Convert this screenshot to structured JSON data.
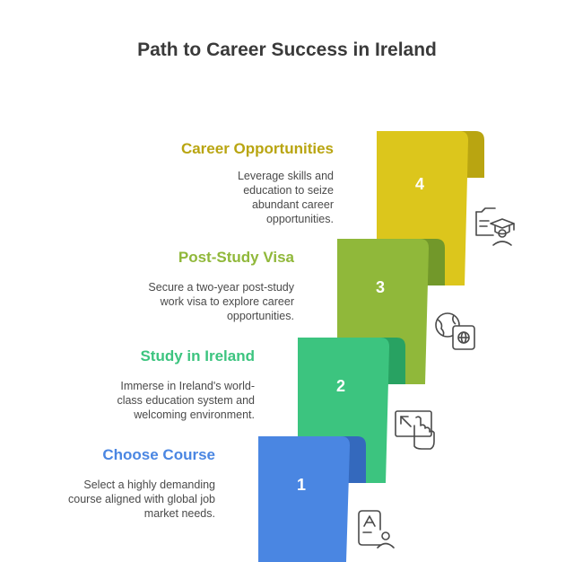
{
  "title": "Path to Career Success in Ireland",
  "colors": {
    "step1": "#4a86e2",
    "step1_dark": "#3469bd",
    "step2": "#3cc47f",
    "step2_dark": "#28a262",
    "step3": "#90b83a",
    "step3_dark": "#72982a",
    "step4": "#dcc61c",
    "step4_dark": "#b9a511",
    "text": "#3a3a3a",
    "icon": "#4a4a4a"
  },
  "steps": [
    {
      "number": "1",
      "heading": "Choose Course",
      "description": "Select a highly demanding course aligned with global job market needs.",
      "icon": "document-person-icon"
    },
    {
      "number": "2",
      "heading": "Study in Ireland",
      "description": "Immerse in Ireland's world-class education system and welcoming environment.",
      "icon": "expand-touch-icon"
    },
    {
      "number": "3",
      "heading": "Post-Study Visa",
      "description": "Secure a two-year post-study work visa to explore career opportunities.",
      "icon": "globe-passport-icon"
    },
    {
      "number": "4",
      "heading": "Career Opportunities",
      "description": "Leverage skills and education to seize abundant career opportunities.",
      "icon": "graduate-document-icon"
    }
  ]
}
